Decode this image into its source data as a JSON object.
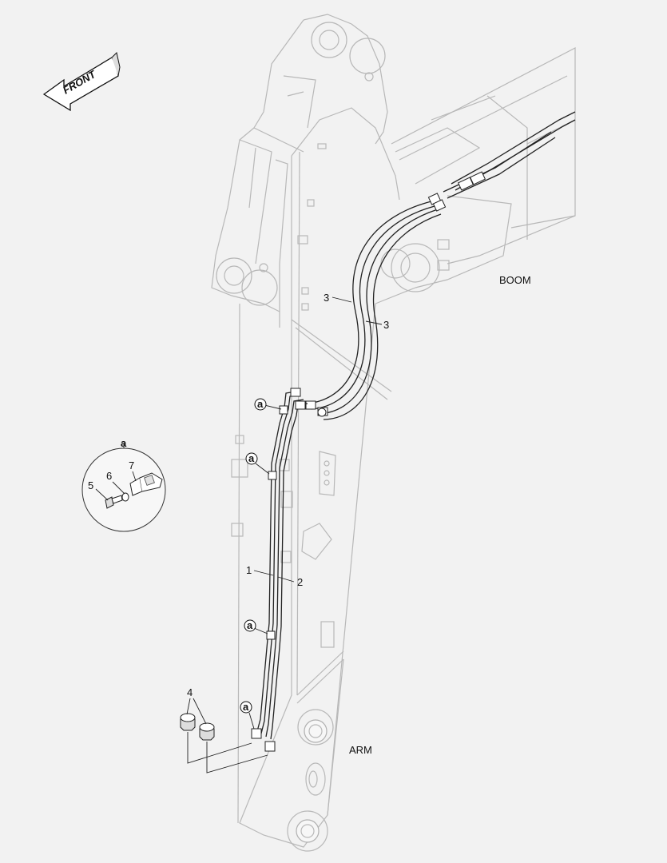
{
  "direction_label": "FRONT",
  "region_labels": {
    "boom": "BOOM",
    "arm": "ARM"
  },
  "callouts": [
    {
      "id": "1",
      "text": "1"
    },
    {
      "id": "2",
      "text": "2"
    },
    {
      "id": "3a",
      "text": "3"
    },
    {
      "id": "3b",
      "text": "3"
    },
    {
      "id": "4",
      "text": "4"
    },
    {
      "id": "5",
      "text": "5"
    },
    {
      "id": "6",
      "text": "6"
    },
    {
      "id": "7",
      "text": "7"
    }
  ],
  "detail_marker": "a",
  "detail_refs": [
    "a",
    "a",
    "a",
    "a"
  ]
}
